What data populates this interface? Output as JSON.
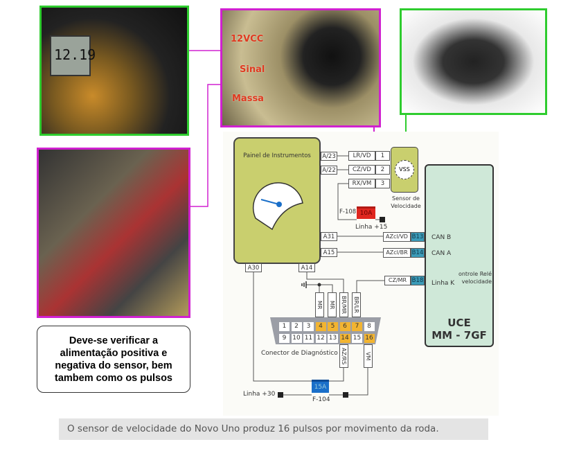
{
  "photos": {
    "multimeter_reading": "12.19",
    "connector_labels": [
      "12VCC",
      "Sinal",
      "Massa"
    ]
  },
  "note": "Deve-se verificar a alimentação positiva e negativa do sensor, bem tambem como os pulsos",
  "diagram": {
    "panel_title": "Painel de Instrumentos",
    "panel_pins": [
      "A/23",
      "A/22",
      "A31",
      "A15",
      "A30",
      "A14"
    ],
    "sensor_wires": [
      {
        "color": "LR/VD",
        "pin": "1"
      },
      {
        "color": "CZ/VD",
        "pin": "2"
      },
      {
        "color": "RX/VM",
        "pin": "3"
      }
    ],
    "sensor_symbol": "VSS",
    "sensor_name": "Sensor de Velocidade",
    "fuse_f108": {
      "name": "F-108",
      "rating": "10A",
      "line": "Linha +15",
      "color": "#e0261f"
    },
    "can_wires": [
      {
        "color": "AZcl/VD",
        "pin": "B13",
        "label": "CAN B"
      },
      {
        "color": "AZcl/BR",
        "pin": "B14",
        "label": "CAN A"
      },
      {
        "color": "CZ/MR",
        "pin": "B18",
        "label": "Linha K"
      }
    ],
    "uce_fragment": "ontrole Relé\nvelocidade",
    "uce_title": "UCE",
    "uce_model": "MM - 7GF",
    "connector_top_wires": [
      "MR",
      "MR",
      "BR/MR",
      "BR/LR"
    ],
    "connector_bottom_wires": [
      "AZ/RS",
      "VM"
    ],
    "connector_pins_top": [
      "1",
      "2",
      "3",
      "4",
      "5",
      "6",
      "7",
      "8"
    ],
    "connector_pins_bottom": [
      "9",
      "10",
      "11",
      "12",
      "13",
      "14",
      "15",
      "16"
    ],
    "connector_active_pins": [
      "4",
      "5",
      "6",
      "7",
      "14",
      "16"
    ],
    "connector_name": "Conector de Diagnóstico",
    "fuse_f104": {
      "name": "F-104",
      "rating": "15A",
      "line": "Linha +30",
      "color": "#1a6fc9"
    }
  },
  "caption": "O sensor de velocidade do Novo Uno produz 16 pulsos por movimento da roda.",
  "colors": {
    "panel": "#c9cf6e",
    "uce": "#cfe8d8",
    "highlight_magenta": "#d020d0",
    "highlight_green": "#2ecc2e",
    "pin_active": "#f2b431"
  }
}
